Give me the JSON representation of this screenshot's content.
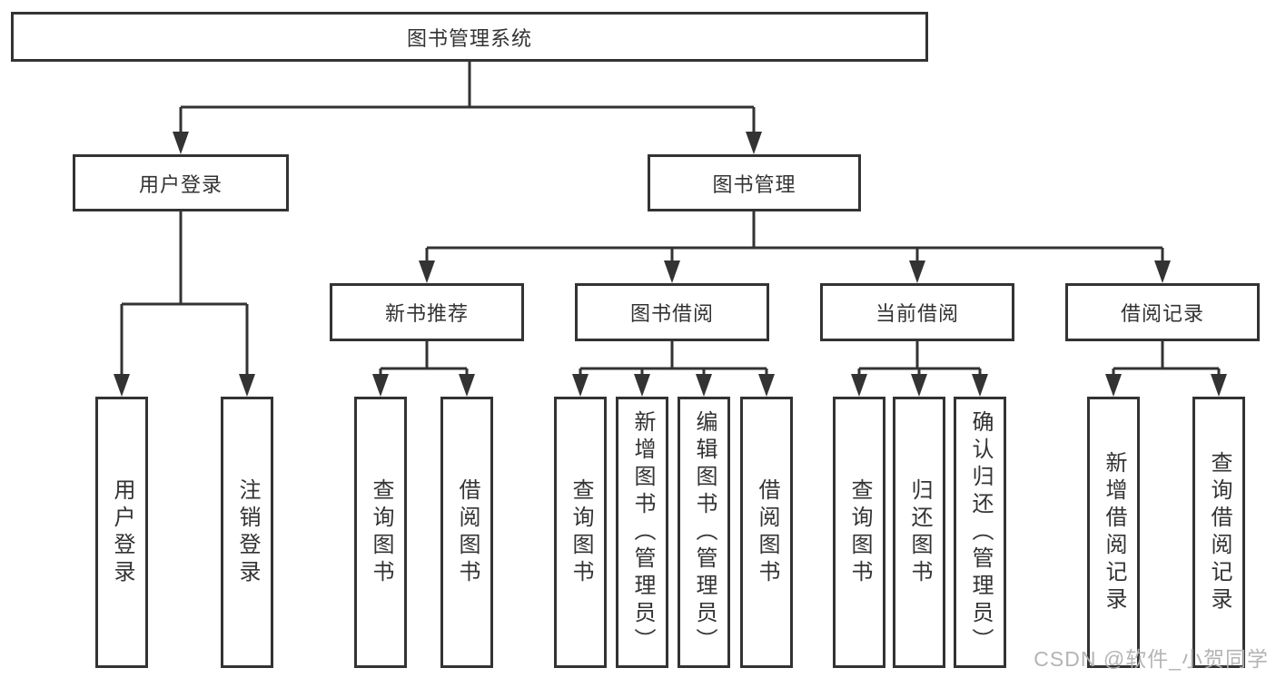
{
  "diagram": {
    "root": {
      "label": "图书管理系统"
    },
    "branches": [
      {
        "label": "用户登录"
      },
      {
        "label": "图书管理"
      }
    ],
    "modules": [
      {
        "label": "新书推荐"
      },
      {
        "label": "图书借阅"
      },
      {
        "label": "当前借阅"
      },
      {
        "label": "借阅记录"
      }
    ],
    "leaves": [
      {
        "label": "用户登录"
      },
      {
        "label": "注销登录"
      },
      {
        "label": "查询图书"
      },
      {
        "label": "借阅图书"
      },
      {
        "label": "查询图书"
      },
      {
        "label": "新增图书（管理员）"
      },
      {
        "label": "编辑图书（管理员）"
      },
      {
        "label": "借阅图书"
      },
      {
        "label": "查询图书"
      },
      {
        "label": "归还图书"
      },
      {
        "label": "确认归还（管理员）"
      },
      {
        "label": "新增借阅记录"
      },
      {
        "label": "查询借阅记录"
      }
    ]
  },
  "watermark": {
    "text": "CSDN @软件_小贺同学"
  },
  "colors": {
    "line": "#333333",
    "text": "#333333",
    "background": "#ffffff",
    "watermark": "#b0b0b0"
  }
}
